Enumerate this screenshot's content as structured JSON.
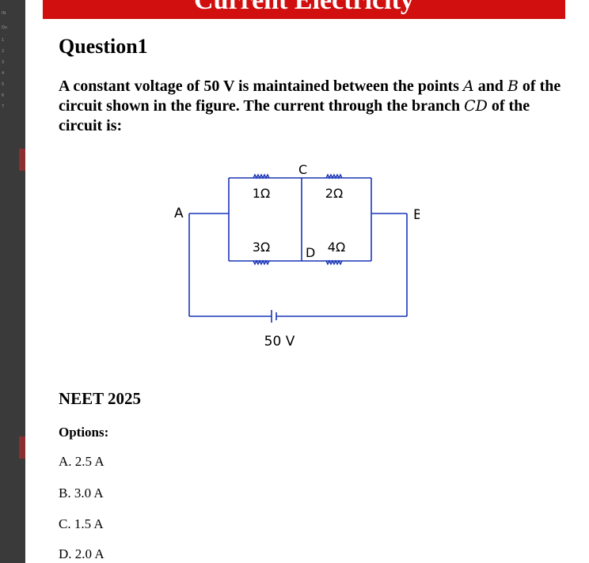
{
  "sidebar": {
    "items": [
      {
        "label": "IN"
      },
      {
        "label": "Qu"
      },
      {
        "label": "1"
      },
      {
        "label": "2"
      },
      {
        "label": "3"
      },
      {
        "label": "4"
      },
      {
        "label": "5"
      },
      {
        "label": "6"
      },
      {
        "label": "7"
      }
    ]
  },
  "header": {
    "banner_title": "Current Electricity"
  },
  "question": {
    "title": "Question1",
    "text_part1": "A constant voltage of 50 V is maintained between the points ",
    "var_a": "A",
    "text_and": " and ",
    "var_b": "B",
    "text_part2": " of the circuit shown in the figure. The current through the branch ",
    "var_cd": "CD",
    "text_part3": " of the circuit is:"
  },
  "figure": {
    "point_a": "A",
    "point_b": "B",
    "point_c": "C",
    "point_d": "D",
    "r1": "1Ω",
    "r2": "2Ω",
    "r3": "3Ω",
    "r4": "4Ω",
    "source": "50 V",
    "wire_color": "#1a35b8"
  },
  "exam": "NEET 2025",
  "options_label": "Options:",
  "options": [
    {
      "label": "A. 2.5 A"
    },
    {
      "label": "B. 3.0 A"
    },
    {
      "label": "C. 1.5 A"
    },
    {
      "label": "D. 2.0 A"
    }
  ]
}
